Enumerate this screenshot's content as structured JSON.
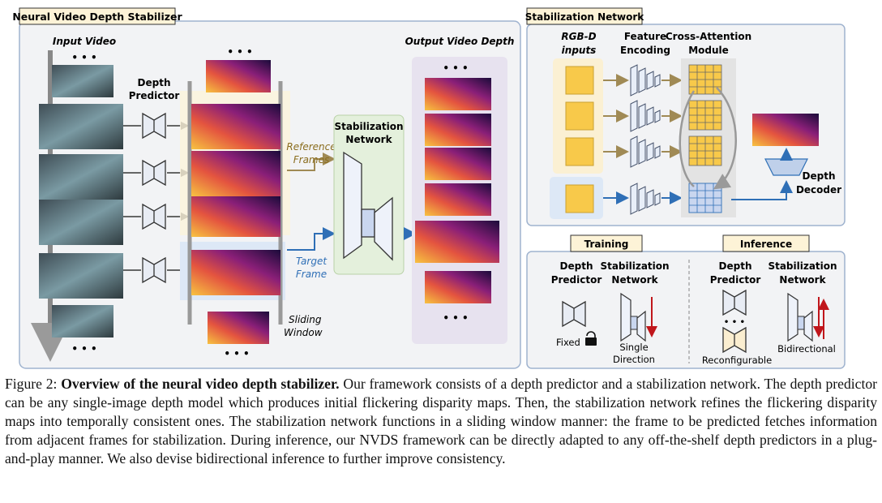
{
  "left_panel": {
    "title": "Neural Video Depth Stabilizer",
    "input_label": "Input Video",
    "depth_predictor_line1": "Depth",
    "depth_predictor_line2": "Predictor",
    "output_label": "Output Video Depth",
    "reference_line1": "Reference",
    "reference_line2": "Frames",
    "target_line1": "Target",
    "target_line2": "Frame",
    "stab_net_line1": "Stabilization",
    "stab_net_line2": "Network",
    "sliding_line1": "Sliding",
    "sliding_line2": "Window",
    "ellipsis": "• • •"
  },
  "stab_panel": {
    "title": "Stabilization Network",
    "rgbd_line1": "RGB-D",
    "rgbd_line2": "inputs",
    "feature_line1": "Feature",
    "feature_line2": "Encoding",
    "cross_line1": "Cross-Attention",
    "cross_line2": "Module",
    "decoder_line1": "Depth",
    "decoder_line2": "Decoder"
  },
  "train_infer": {
    "training_title": "Training",
    "inference_title": "Inference",
    "dp_line1": "Depth",
    "dp_line2": "Predictor",
    "sn_line1": "Stabilization",
    "sn_line2": "Network",
    "fixed": "Fixed",
    "single_line1": "Single",
    "single_line2": "Direction",
    "reconfigurable": "Reconfigurable",
    "bidirectional": "Bidirectional",
    "ellipsis": "• • •"
  },
  "caption": {
    "prefix": "Figure 2: ",
    "bold": "Overview of the neural video depth stabilizer.",
    "body": " Our framework consists of a depth predictor and a stabilization network. The depth predictor can be any single-image depth model which produces initial flickering disparity maps. Then, the stabilization network refines the flickering disparity maps into temporally consistent ones. The stabilization network functions in a sliding window manner: the frame to be predicted fetches information from adjacent frames for stabilization. During inference, our NVDS framework can be directly adapted to any off-the-shelf depth predictors in a plug-and-play manner. We also devise bidirectional inference to further improve consistency."
  },
  "colors": {
    "panel_bg": "#f2f3f5",
    "panel_border": "#9fb3cf",
    "title_bg": "#fdf3d7",
    "reference_color": "#8a6d1e",
    "target_color": "#2f6fb6",
    "stab_box": "#e4f0dc",
    "output_bg": "#e7e2ef",
    "red": "#c0161b"
  }
}
